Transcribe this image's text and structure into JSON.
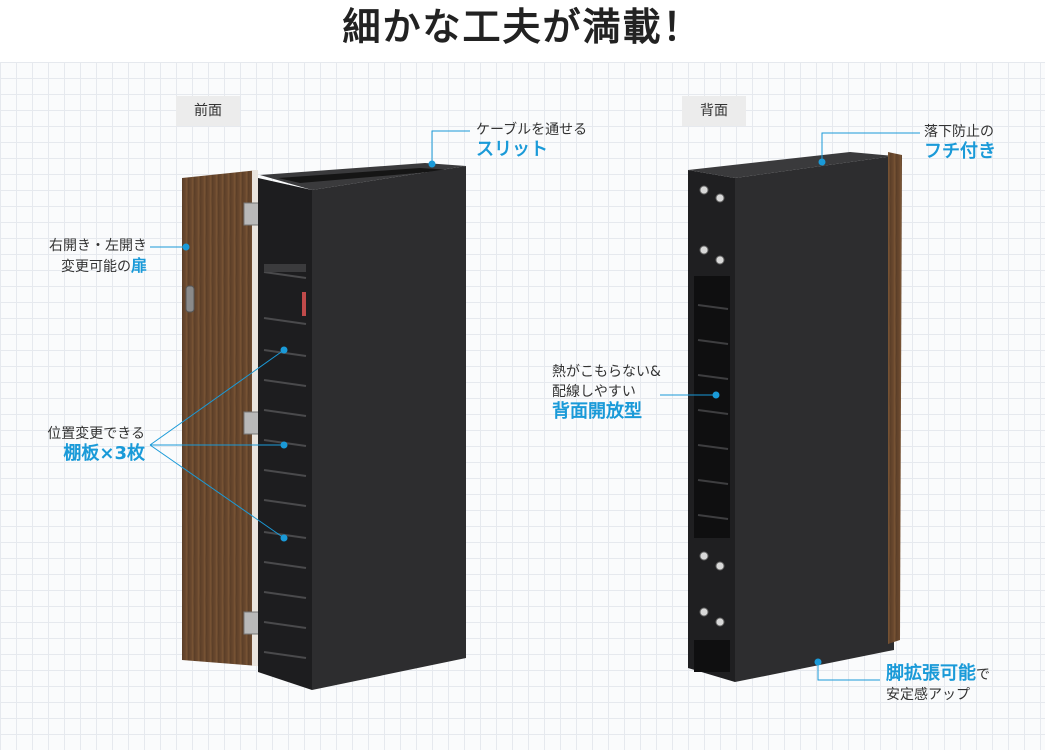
{
  "title": "細かな工夫が満載！",
  "tags": {
    "front": "前面",
    "back": "背面"
  },
  "callouts": {
    "slit": {
      "line1": "ケーブルを通せる",
      "highlight": "スリット"
    },
    "door": {
      "line1": "右開き・左開き",
      "line2_prefix": "変更可能の",
      "highlight": "扉"
    },
    "shelf": {
      "line1": "位置変更できる",
      "highlight": "棚板×3枚"
    },
    "edge": {
      "line1": "落下防止の",
      "highlight": "フチ付き"
    },
    "open_back": {
      "line1": "熱がこもらない&",
      "line2": "配線しやすい",
      "highlight": "背面開放型"
    },
    "legs": {
      "highlight": "脚拡張可能",
      "suffix": "で",
      "line2": "安定感アップ"
    }
  },
  "colors": {
    "accent": "#1a9ad8",
    "cabinet": "#2b2b2d",
    "wood": "#6b4a2e"
  }
}
